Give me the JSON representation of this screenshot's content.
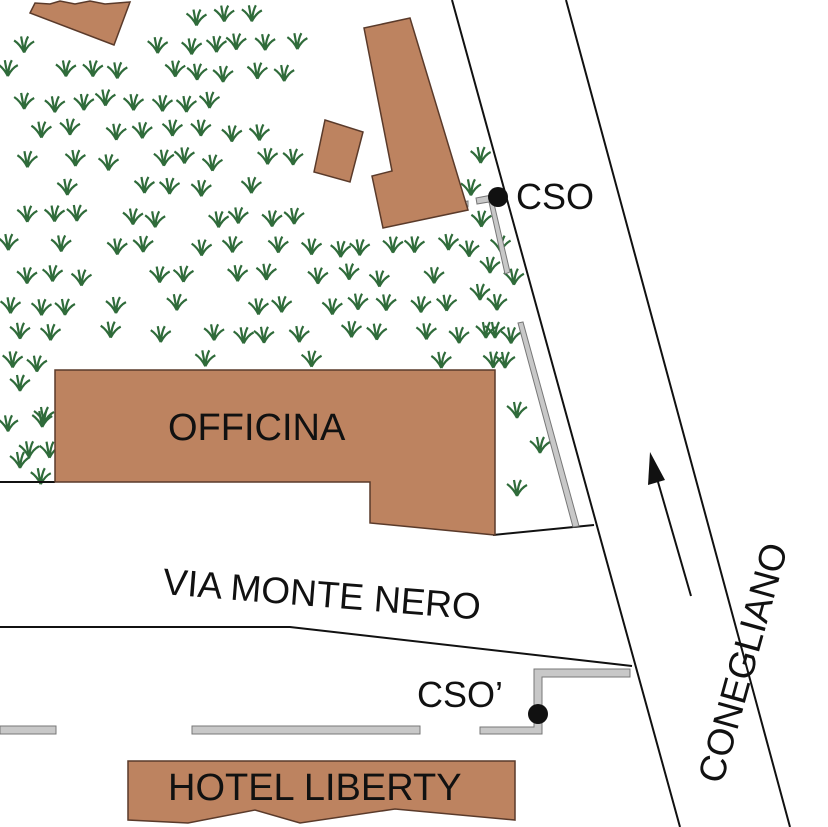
{
  "labels": {
    "cso": "CSO",
    "cso_prime": "CSO’",
    "officina": "OFFICINA",
    "street_monte_nero": "VIA MONTE NERO",
    "street_conegliano": "CONEGLIANO",
    "hotel": "HOTEL LIBERTY"
  },
  "colors": {
    "building": "#bd8360",
    "building_stroke": "#5a3a2a",
    "wall": "#c8c8c8",
    "grass": "#2f6b3a"
  }
}
